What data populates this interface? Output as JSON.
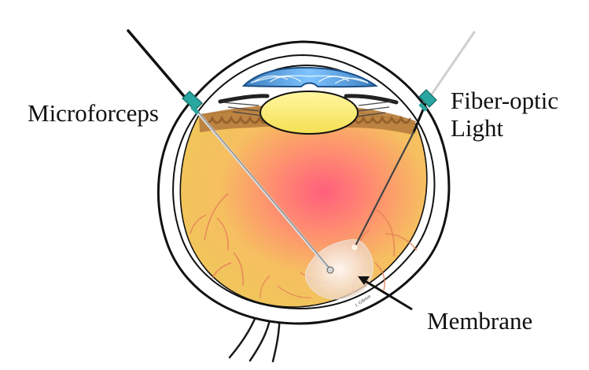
{
  "labels": {
    "microforceps": "Microforceps",
    "fiber_optic_line1": "Fiber-optic",
    "fiber_optic_line2": "Light",
    "membrane": "Membrane"
  },
  "signature": "J. Gibson",
  "colors": {
    "instrument_trocar": "#2aa6a0",
    "lens": "#fff16b",
    "cornea_blue": "#4a8ec9",
    "retina_gold": "#f2c75b",
    "retina_center_pink": "#ff5f7c",
    "pigment_band": "#b9803e",
    "membrane": "#f8e9dc"
  }
}
